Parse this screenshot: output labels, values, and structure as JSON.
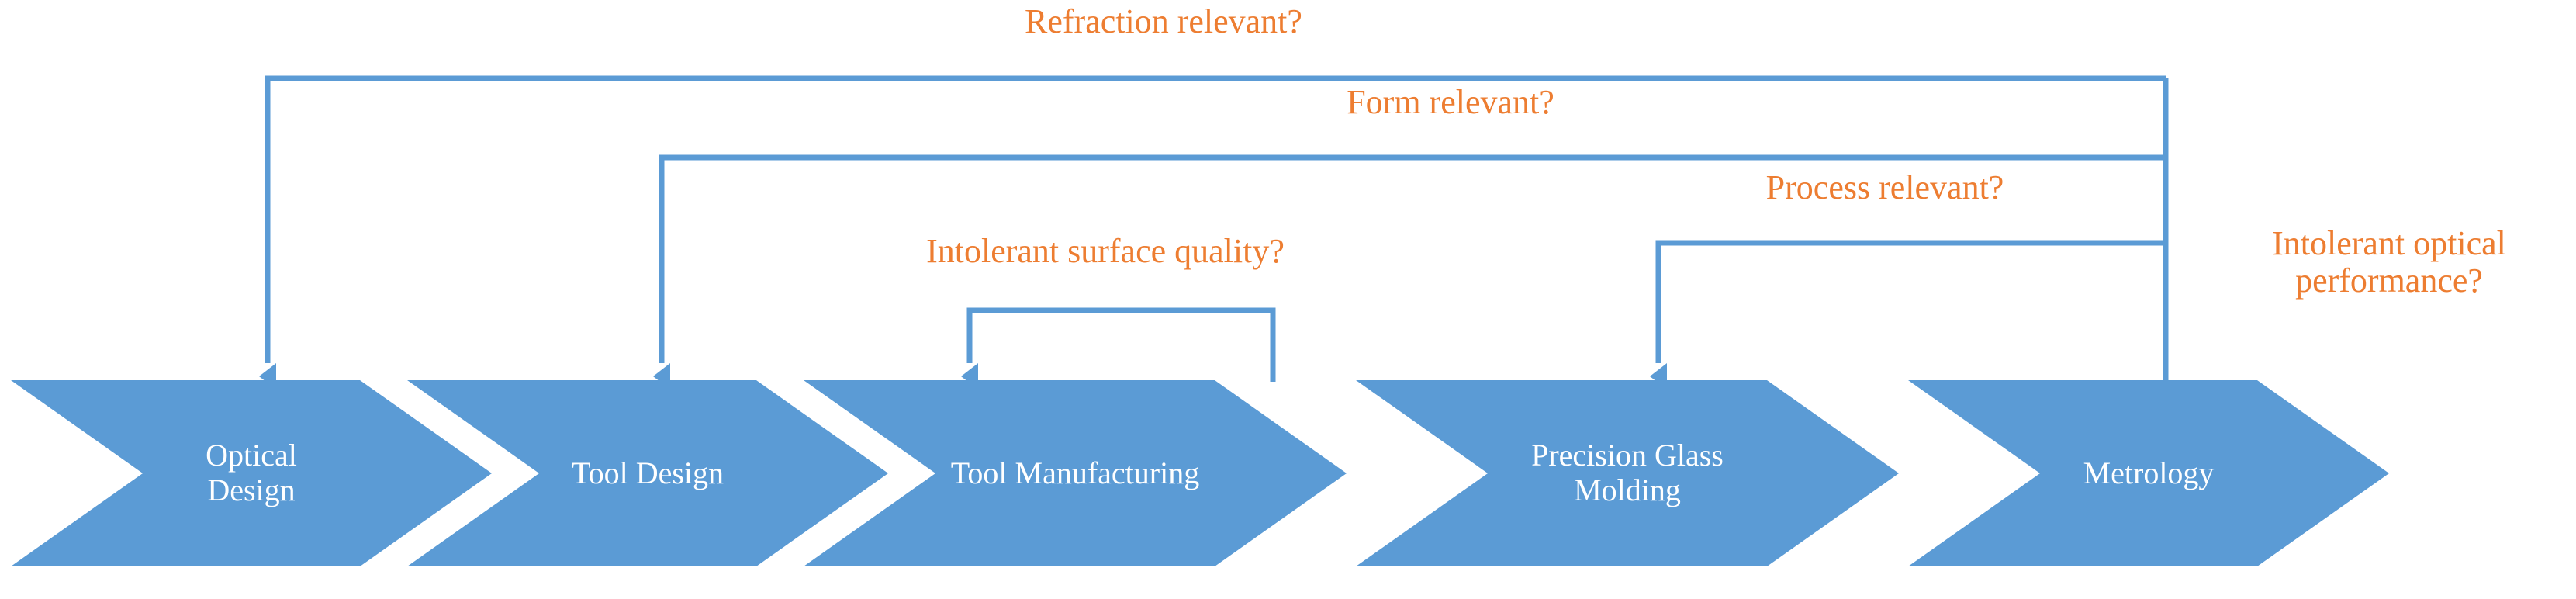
{
  "theme": {
    "process_fill": "#5B9BD5",
    "connector_stroke": "#5B9BD5",
    "feedback_text": "#ED7D31",
    "process_text": "#FFFFFF",
    "background": "#FFFFFF"
  },
  "diagram": {
    "type": "process-chain-with-feedback-loops",
    "process_steps": [
      {
        "id": "optical-design",
        "label": "Optical\nDesign"
      },
      {
        "id": "tool-design",
        "label": "Tool Design"
      },
      {
        "id": "tool-manufacturing",
        "label": "Tool Manufacturing"
      },
      {
        "id": "precision-glass-molding",
        "label": "Precision Glass\nMolding"
      },
      {
        "id": "metrology",
        "label": "Metrology"
      }
    ],
    "feedback_labels": [
      {
        "id": "refraction-relevant",
        "text": "Refraction relevant?"
      },
      {
        "id": "form-relevant",
        "text": "Form relevant?"
      },
      {
        "id": "process-relevant",
        "text": "Process relevant?"
      },
      {
        "id": "intolerant-surface-quality",
        "text": "Intolerant surface quality?"
      },
      {
        "id": "intolerant-optical-performance",
        "text": "Intolerant optical\nperformance?"
      }
    ],
    "connections": [
      {
        "id": "metrology-to-optical-design",
        "from": "metrology",
        "to": "optical-design",
        "label": "Refraction relevant?"
      },
      {
        "id": "metrology-to-tool-design",
        "from": "metrology",
        "to": "tool-design",
        "label": "Form relevant?"
      },
      {
        "id": "metrology-to-precision-glass-molding",
        "from": "metrology",
        "to": "precision-glass-molding",
        "label": "Process relevant?"
      },
      {
        "id": "tool-manufacturing-self-loop",
        "from": "tool-manufacturing",
        "to": "tool-manufacturing",
        "label": "Intolerant surface quality?"
      },
      {
        "id": "metrology-trigger",
        "from": "metrology",
        "to": "metrology",
        "label": "Intolerant optical performance?"
      }
    ]
  }
}
